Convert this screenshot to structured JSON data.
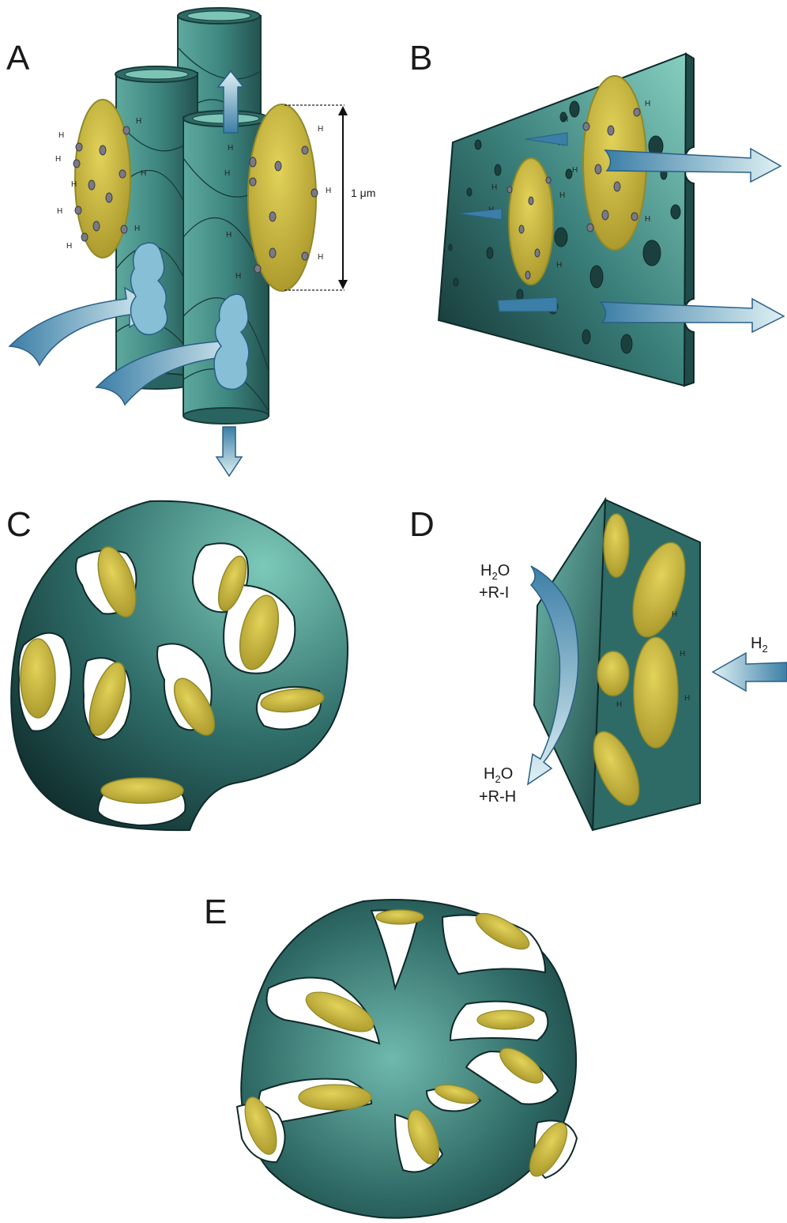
{
  "panels": {
    "a": {
      "letter": "A",
      "scale_label": "1 μm",
      "atom": "H"
    },
    "b": {
      "letter": "B",
      "atom": "H"
    },
    "c": {
      "letter": "C"
    },
    "d": {
      "letter": "D",
      "inlet_main": "H",
      "inlet_sub": "2",
      "in_line1_a": "H",
      "in_line1_sub": "2",
      "in_line1_b": "O",
      "in_line2": "+R-I",
      "out_line1_a": "H",
      "out_line1_sub": "2",
      "out_line1_b": "O",
      "out_line2": "+R-H",
      "atom": "H"
    },
    "e": {
      "letter": "E"
    }
  },
  "colors": {
    "support_light": "#7cc4b6",
    "support_dark": "#163a38",
    "cell_fill": "#c9b530",
    "cell_edge": "#8f8a2a",
    "arrow_light": "#d8eef3",
    "arrow_dark": "#3b7ea6",
    "dot": "#7a7a86"
  }
}
